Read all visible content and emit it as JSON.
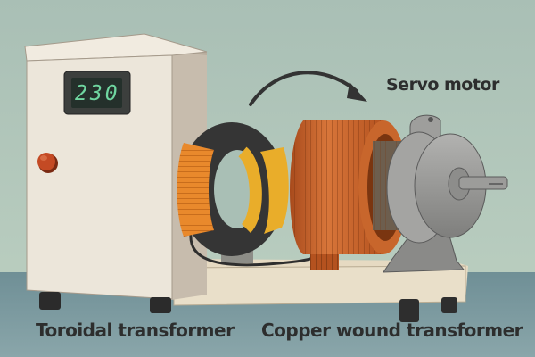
{
  "labels": {
    "servo_motor": "Servo motor",
    "toroidal_transformer": "Toroidal transformer",
    "copper_wound_transformer": "Copper wound transformer"
  },
  "display": {
    "value": "230"
  },
  "colors": {
    "wall": "#a9bfb6",
    "floor": "#7f9ea3",
    "cabinet": "#ece6da",
    "copper": "#c8662c",
    "toroid_orange": "#e9892c",
    "toroid_black": "#3a3a3a",
    "toroid_core": "#e9ad2a",
    "motor_gray": "#9a9a98",
    "display_bg": "#2f3a35",
    "display_digits": "#6fd6a0",
    "button_red": "#c44a24",
    "base": "#e8dcc4"
  }
}
